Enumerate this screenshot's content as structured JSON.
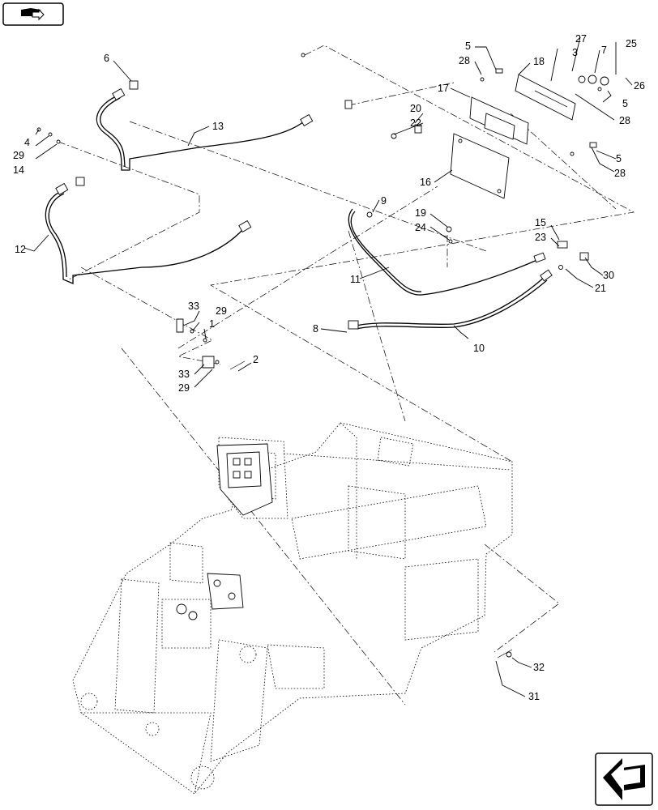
{
  "navigation": {
    "top_left_icon": "book-with-arrow-icon",
    "bottom_right_icon": "back-arrow-icon"
  },
  "callouts": [
    {
      "id": "c1",
      "label": "1"
    },
    {
      "id": "c2",
      "label": "2"
    },
    {
      "id": "c3",
      "label": "3"
    },
    {
      "id": "c4",
      "label": "4"
    },
    {
      "id": "c5a",
      "label": "5"
    },
    {
      "id": "c5b",
      "label": "5"
    },
    {
      "id": "c5c",
      "label": "5"
    },
    {
      "id": "c6",
      "label": "6"
    },
    {
      "id": "c7",
      "label": "7"
    },
    {
      "id": "c8",
      "label": "8"
    },
    {
      "id": "c9",
      "label": "9"
    },
    {
      "id": "c10",
      "label": "10"
    },
    {
      "id": "c11",
      "label": "11"
    },
    {
      "id": "c12",
      "label": "12"
    },
    {
      "id": "c13",
      "label": "13"
    },
    {
      "id": "c14",
      "label": "14"
    },
    {
      "id": "c15",
      "label": "15"
    },
    {
      "id": "c16",
      "label": "16"
    },
    {
      "id": "c17",
      "label": "17"
    },
    {
      "id": "c18",
      "label": "18"
    },
    {
      "id": "c19",
      "label": "19"
    },
    {
      "id": "c20",
      "label": "20"
    },
    {
      "id": "c21",
      "label": "21"
    },
    {
      "id": "c22",
      "label": "22"
    },
    {
      "id": "c23",
      "label": "23"
    },
    {
      "id": "c24",
      "label": "24"
    },
    {
      "id": "c25",
      "label": "25"
    },
    {
      "id": "c26",
      "label": "26"
    },
    {
      "id": "c27",
      "label": "27"
    },
    {
      "id": "c28a",
      "label": "28"
    },
    {
      "id": "c28b",
      "label": "28"
    },
    {
      "id": "c28c",
      "label": "28"
    },
    {
      "id": "c29a",
      "label": "29"
    },
    {
      "id": "c29b",
      "label": "29"
    },
    {
      "id": "c29c",
      "label": "29"
    },
    {
      "id": "c30",
      "label": "30"
    },
    {
      "id": "c31",
      "label": "31"
    },
    {
      "id": "c32",
      "label": "32"
    },
    {
      "id": "c33a",
      "label": "33"
    },
    {
      "id": "c33b",
      "label": "33"
    }
  ]
}
